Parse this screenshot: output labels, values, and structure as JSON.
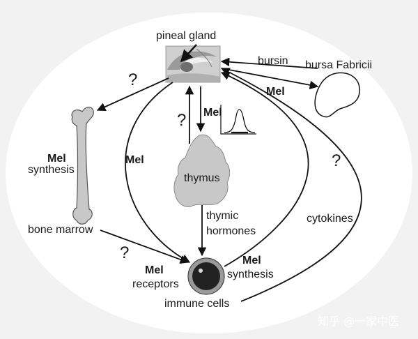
{
  "labels": {
    "pineal_gland": "pineal gland",
    "bursin": "bursin",
    "bursa_fabricii": "bursa Fabricii",
    "mel_bursa": "Mel",
    "mel_thymus": "Mel",
    "mel_left_curve": "Mel",
    "mel_bone": "Mel",
    "synthesis_bone": "synthesis",
    "thymus": "thymus",
    "thymic_hormones_line1": "thymic",
    "thymic_hormones_line2": "hormones",
    "bone_marrow": "bone marrow",
    "cytokines": "cytokines",
    "mel_receptors_line1": "Mel",
    "mel_receptors_line2": "receptors",
    "mel_synthesis_line1": "Mel",
    "mel_synthesis_line2": "synthesis",
    "immune_cells": "immune cells",
    "question_bone": "?",
    "question_thymus": "?",
    "question_cytokines": "?",
    "question_marrow": "?"
  },
  "watermark": "知乎 @一家中医",
  "colors": {
    "background": "#f2f2f2",
    "ellipse": "#ffffff",
    "organ_fill": "#c8c8c8",
    "stroke": "#111111"
  }
}
